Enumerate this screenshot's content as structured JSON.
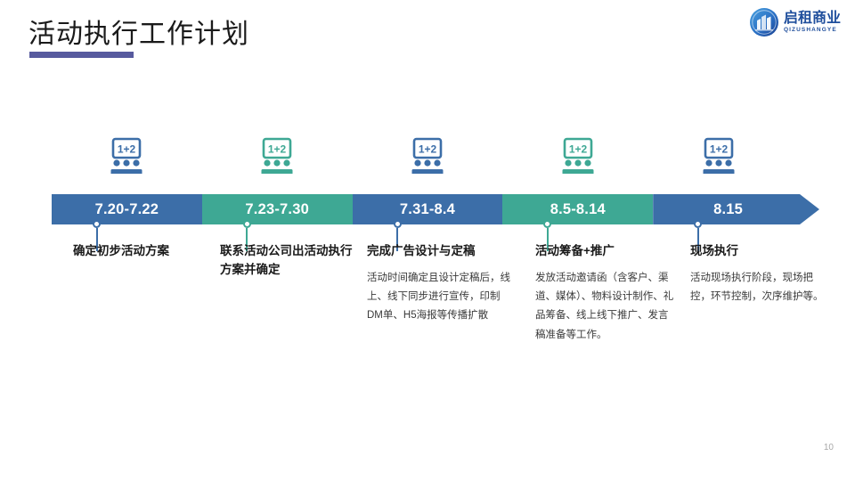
{
  "slide": {
    "title": "活动执行工作计划",
    "page_number": "10",
    "accent_underline_color": "#575a9e"
  },
  "logo": {
    "icon": "circular-building-logo-icon",
    "chinese_name": "启租商业",
    "english_name": "QIZUSHANGYE",
    "color": "#1f4e9c"
  },
  "colors": {
    "blue": "#3c6ea8",
    "green": "#3ea894",
    "text_dark": "#1a1a1a",
    "text_body": "#3a3a3a"
  },
  "timeline": {
    "icon_label": "1+2",
    "icon_name": "presentation-classroom-icon",
    "segments": [
      {
        "date": "7.20-7.22",
        "color": "#3c6ea8",
        "heading": "确定初步活动方案",
        "body": ""
      },
      {
        "date": "7.23-7.30",
        "color": "#3ea894",
        "heading": "联系活动公司出活动执行方案并确定",
        "body": ""
      },
      {
        "date": "7.31-8.4",
        "color": "#3c6ea8",
        "heading": "完成广告设计与定稿",
        "body": "活动时间确定且设计定稿后，线上、线下同步进行宣传，印制DM单、H5海报等传播扩散"
      },
      {
        "date": "8.5-8.14",
        "color": "#3ea894",
        "heading": "活动筹备+推广",
        "body": "发放活动邀请函（含客户、渠道、媒体）、物料设计制作、礼品筹备、线上线下推广、发言稿准备等工作。"
      },
      {
        "date": "8.15",
        "color": "#3c6ea8",
        "heading": "现场执行",
        "body": "活动现场执行阶段，现场把控，环节控制，次序维护等。"
      }
    ]
  }
}
